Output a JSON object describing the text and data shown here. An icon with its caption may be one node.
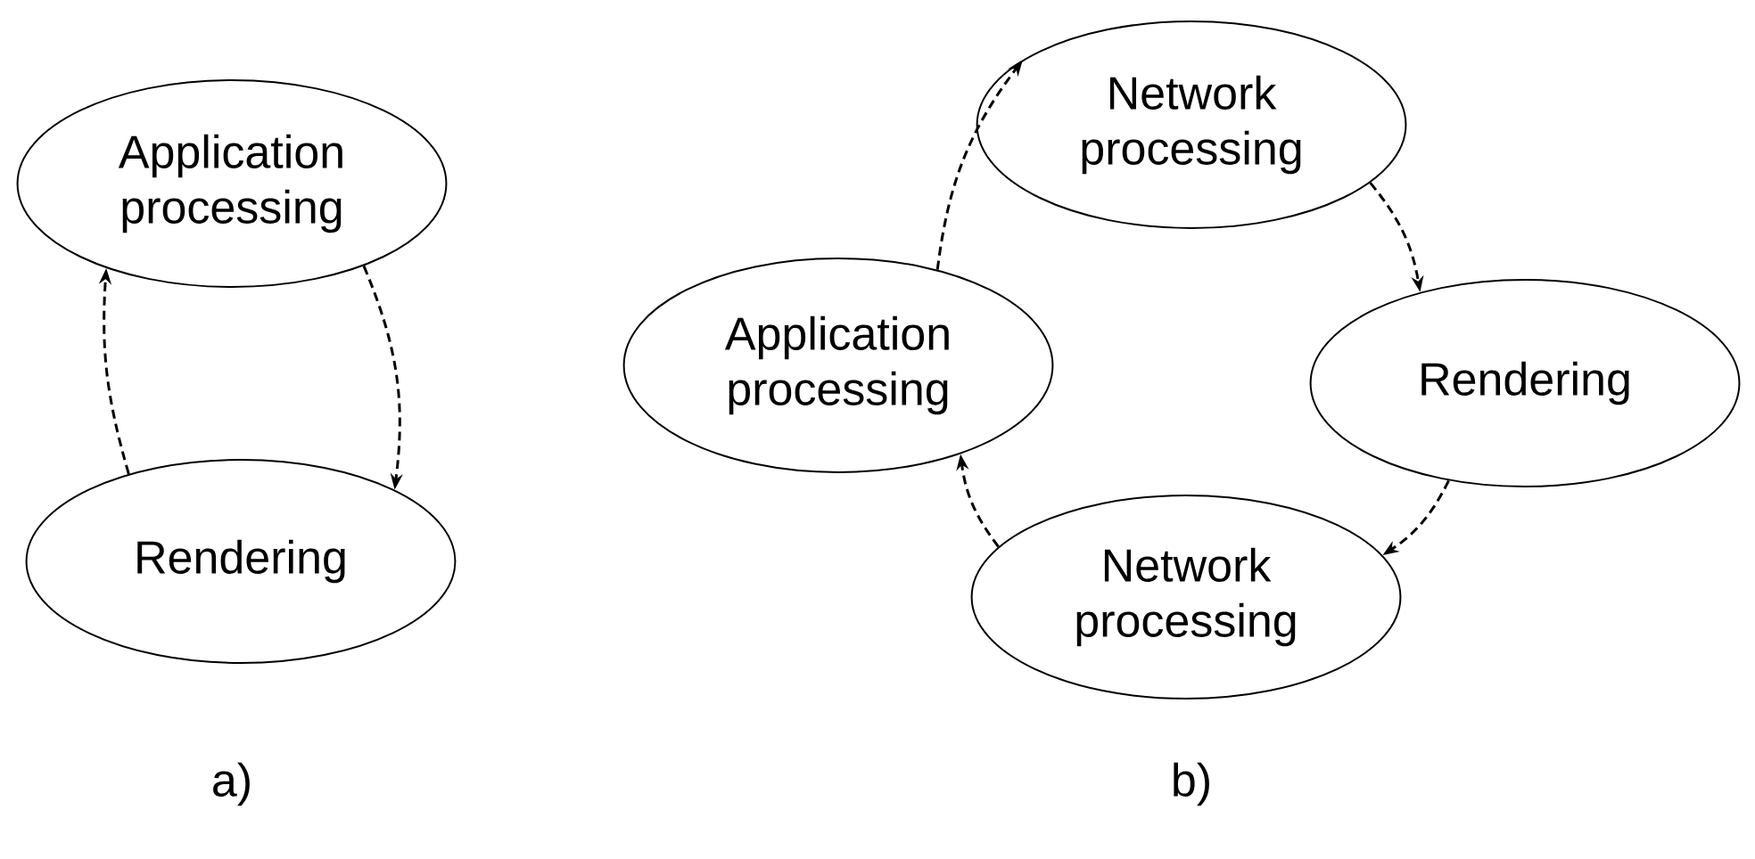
{
  "diagram": {
    "nodes": [
      {
        "text": [
          "Application processing"
        ]
      },
      {
        "text": [
          "Rendering"
        ]
      },
      {
        "text": [
          "Network processing"
        ]
      },
      {
        "text": [
          "Application processing"
        ]
      },
      {
        "text": [
          "Rendering"
        ]
      },
      {
        "text": [
          "Network processing"
        ]
      }
    ],
    "edges": [
      {
        "from": 0,
        "to": 1,
        "arrow": "to",
        "style": "dashed"
      },
      {
        "from": 1,
        "to": 0,
        "arrow": "to",
        "style": "dashed"
      },
      {
        "from": 3,
        "to": 2,
        "arrow": "to",
        "style": "dashed"
      },
      {
        "from": 2,
        "to": 4,
        "arrow": "to",
        "style": "dashed"
      },
      {
        "from": 4,
        "to": 5,
        "arrow": "to",
        "style": "dashed"
      },
      {
        "from": 5,
        "to": 3,
        "arrow": "to",
        "style": "dashed"
      }
    ],
    "labels": [
      "a)",
      "b)"
    ]
  }
}
